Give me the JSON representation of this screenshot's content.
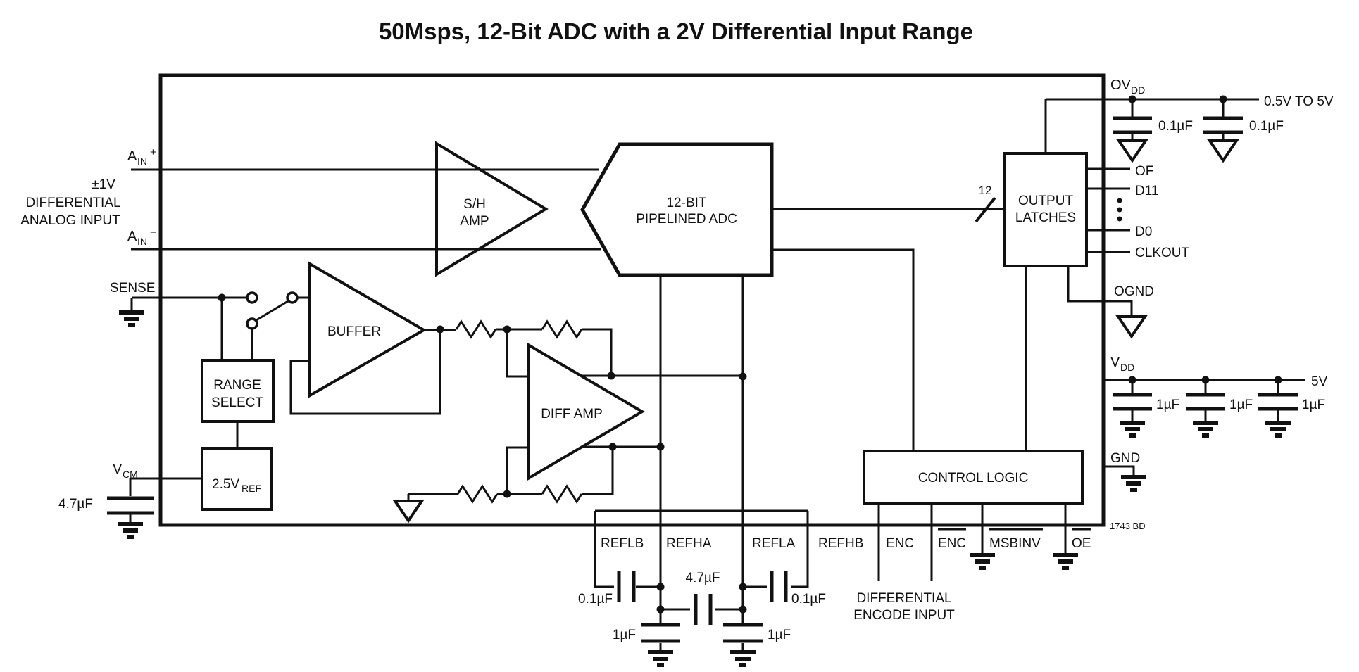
{
  "title": "50Msps, 12-Bit ADC with a 2V Differential Input Range",
  "footer": "1743 BD",
  "colors": {
    "ink": "#111111",
    "background": "#ffffff"
  },
  "blocks": {
    "sh_amp": {
      "line1": "S/H",
      "line2": "AMP"
    },
    "adc": {
      "line1": "12-BIT",
      "line2": "PIPELINED ADC"
    },
    "buffer": "BUFFER",
    "diff_amp": "DIFF AMP",
    "range_select": {
      "line1": "RANGE",
      "line2": "SELECT"
    },
    "vref": {
      "base": "2.5V",
      "sub": "REF"
    },
    "output_latches": {
      "line1": "OUTPUT",
      "line2": "LATCHES"
    },
    "control_logic": "CONTROL LOGIC"
  },
  "left_pins": {
    "ain_plus": {
      "base": "A",
      "sub": "IN",
      "sup": "+"
    },
    "ain_minus": {
      "base": "A",
      "sub": "IN",
      "sup": "−"
    },
    "input_note": {
      "line1": "±1V",
      "line2": "DIFFERENTIAL",
      "line3": "ANALOG INPUT"
    },
    "sense": "SENSE",
    "vcm": {
      "base": "V",
      "sub": "CM"
    },
    "cap_4u7": "4.7µF"
  },
  "right_pins": {
    "ovdd": {
      "base": "OV",
      "sub": "DD"
    },
    "supply_ovdd": "0.5V TO 5V",
    "ovdd_caps": [
      "0.1µF",
      "0.1µF"
    ],
    "of": "OF",
    "d11": "D11",
    "d0": "D0",
    "clkout": "CLKOUT",
    "ognd": "OGND",
    "vdd": {
      "base": "V",
      "sub": "DD"
    },
    "supply_vdd": "5V",
    "vdd_caps": [
      "1µF",
      "1µF",
      "1µF"
    ],
    "gnd": "GND"
  },
  "bus": {
    "width_label": "12"
  },
  "bottom_pins": {
    "reflb": "REFLB",
    "refha": "REFHA",
    "refla": "REFLA",
    "refhb": "REFHB",
    "enc": "ENC",
    "enc_bar": "ENC",
    "msbinv": "MSBINV",
    "oe": "OE",
    "encode_note": {
      "line1": "DIFFERENTIAL",
      "line2": "ENCODE INPUT"
    },
    "cap_left": "0.1µF",
    "cap_right": "0.1µF",
    "cap_mid": "4.7µF",
    "cap_1u_left": "1µF",
    "cap_1u_right": "1µF"
  }
}
